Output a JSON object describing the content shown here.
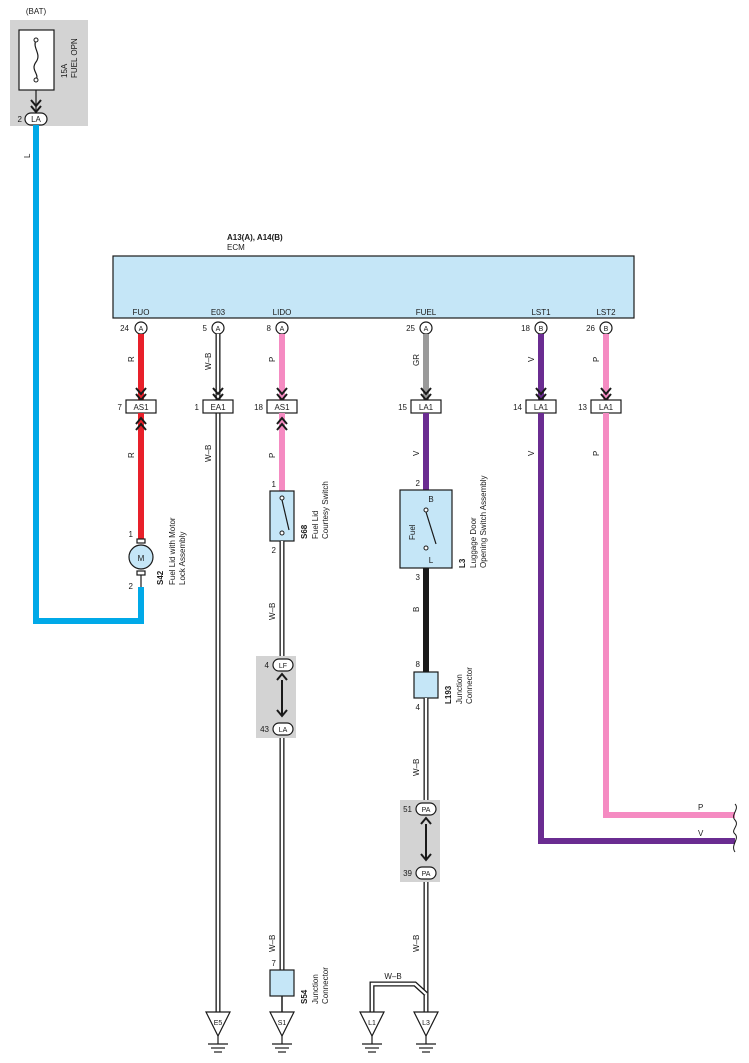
{
  "bat_label": "(BAT)",
  "fuse": {
    "amp": "15A",
    "name": "FUEL OPN"
  },
  "fuse_conn": {
    "pin": "2",
    "name": "LA"
  },
  "fuse_wire": "L",
  "ecm": {
    "code": "A13(A), A14(B)",
    "name": "ECM"
  },
  "ecm_terminals": [
    {
      "name": "FUO",
      "pin": "24",
      "conn": "A"
    },
    {
      "name": "E03",
      "pin": "5",
      "conn": "A"
    },
    {
      "name": "LIDO",
      "pin": "8",
      "conn": "A"
    },
    {
      "name": "FUEL",
      "pin": "25",
      "conn": "A"
    },
    {
      "name": "LST1",
      "pin": "18",
      "conn": "B"
    },
    {
      "name": "LST2",
      "pin": "26",
      "conn": "B"
    }
  ],
  "connectors": [
    {
      "pin": "7",
      "name": "AS1"
    },
    {
      "pin": "1",
      "name": "EA1"
    },
    {
      "pin": "18",
      "name": "AS1"
    },
    {
      "pin": "15",
      "name": "LA1"
    },
    {
      "pin": "14",
      "name": "LA1"
    },
    {
      "pin": "13",
      "name": "LA1"
    }
  ],
  "wire_colors": {
    "fuo_upper": "R",
    "fuo_lower": "R",
    "e03_upper": "W–B",
    "e03_lower": "W–B",
    "lido_upper": "P",
    "lido_lower": "P",
    "fuel_upper": "GR",
    "fuel_lower": "V",
    "lst1_upper": "V",
    "lst1_lower": "V",
    "lst2_upper": "P",
    "lst2_lower": "P",
    "s68_to_lf": "W–B",
    "la_to_s54": "W–B",
    "l3_to_l193": "B",
    "l193_to_pa": "W–B",
    "pa_to_l3": "W–B",
    "l1_branch": "W–B",
    "right_p": "P",
    "right_v": "V"
  },
  "motor": {
    "code": "S42",
    "line1": "Fuel Lid with Motor",
    "line2": "Lock Assembly",
    "symbol": "M",
    "pin_top": "1",
    "pin_bottom": "2"
  },
  "s68": {
    "code": "S68",
    "line1": "Fuel Lid",
    "line2": "Courtesy Switch",
    "pin_top": "1",
    "pin_bottom": "2"
  },
  "l3": {
    "code": "L3",
    "line1": "Luggage Door",
    "line2": "Opening Switch Assembly",
    "inner": "Fuel",
    "b": "B",
    "l": "L",
    "pin_top": "2",
    "pin_bottom": "3"
  },
  "lf_la": {
    "lf_pin": "4",
    "lf": "LF",
    "la_pin": "43",
    "la": "LA"
  },
  "l193": {
    "code": "L193",
    "line1": "Junction",
    "line2": "Connector",
    "pin_top": "8",
    "pin_bottom": "4"
  },
  "pa": {
    "pin_top": "51",
    "top": "PA",
    "pin_bottom": "39",
    "bottom": "PA"
  },
  "s54": {
    "code": "S54",
    "line1": "Junction",
    "line2": "Connector",
    "pin": "7"
  },
  "grounds": [
    "E5",
    "S1",
    "L1",
    "L3"
  ],
  "colors": {
    "red": "#e8202a",
    "pink": "#f58bc2",
    "purple": "#6a2c91",
    "blue": "#00a9e8",
    "grey": "#9a9a9a",
    "black": "#1a1a1a"
  }
}
